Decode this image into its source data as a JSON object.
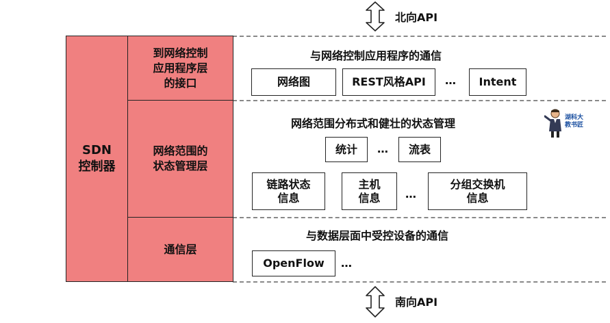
{
  "diagram": {
    "north_api": "北向API",
    "south_api": "南向API",
    "controller_label": "SDN\n控制器",
    "layers": [
      {
        "label": "到网络控制\n应用程序层\n的接口",
        "title": "与网络控制应用程序的通信",
        "items": [
          "网络图",
          "REST风格API",
          "…",
          "Intent"
        ]
      },
      {
        "label": "网络范围的\n状态管理层",
        "title": "网络范围分布式和健壮的状态管理",
        "row1": [
          "统计",
          "…",
          "流表"
        ],
        "row2": [
          "链路状态\n信息",
          "主机\n信息",
          "…",
          "分组交换机\n信息"
        ]
      },
      {
        "label": "通信层",
        "title": "与数据层面中受控设备的通信",
        "items": [
          "OpenFlow",
          "…"
        ]
      }
    ]
  },
  "watermark": {
    "text": "湖科大\n教书匠"
  }
}
